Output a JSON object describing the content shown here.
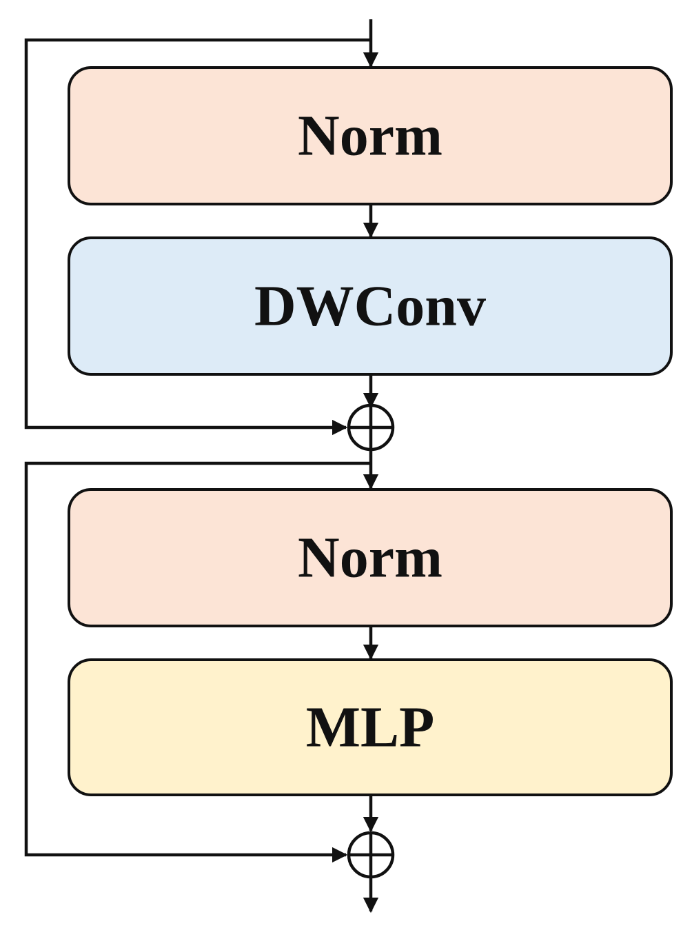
{
  "blocks": [
    {
      "id": "norm-1",
      "label": "Norm",
      "color": "#FCE4D6"
    },
    {
      "id": "dwconv",
      "label": "DWConv",
      "color": "#DDEBF7"
    },
    {
      "id": "norm-2",
      "label": "Norm",
      "color": "#FCE4D6"
    },
    {
      "id": "mlp",
      "label": "MLP",
      "color": "#FFF2CC"
    }
  ],
  "residual_connections": [
    {
      "id": "residual-1",
      "from": "input",
      "to": "add-1",
      "operator": "add"
    },
    {
      "id": "residual-2",
      "from": "add-1",
      "to": "add-2",
      "operator": "add"
    }
  ],
  "flow": [
    "input",
    "norm-1",
    "dwconv",
    "add-1",
    "norm-2",
    "mlp",
    "add-2",
    "output"
  ]
}
